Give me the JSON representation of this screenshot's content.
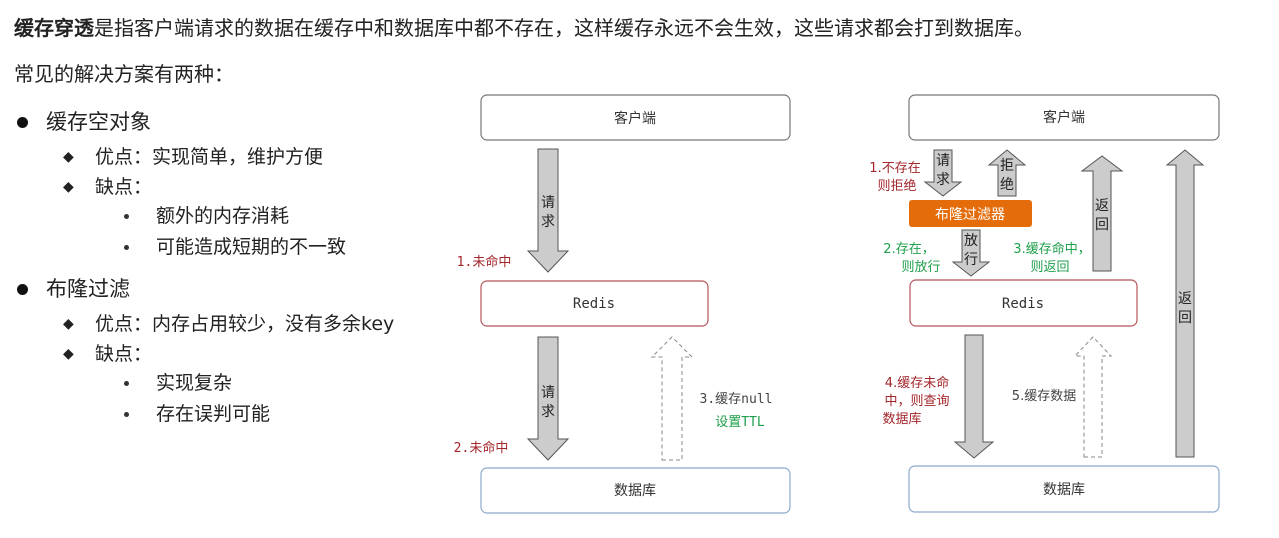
{
  "intro": {
    "bold": "缓存穿透",
    "rest": "是指客户端请求的数据在缓存中和数据库中都不存在，这样缓存永远不会生效，这些请求都会打到数据库。"
  },
  "solutions_heading": "常见的解决方案有两种：",
  "solutions": [
    {
      "title": "缓存空对象",
      "pros_label": "优点：实现简单，维护方便",
      "cons_label": "缺点：",
      "cons": [
        "额外的内存消耗",
        "可能造成短期的不一致"
      ]
    },
    {
      "title": "布隆过滤",
      "pros_label": "优点：内存占用较少，没有多余key",
      "cons_label": "缺点：",
      "cons": [
        "实现复杂",
        "存在误判可能"
      ]
    }
  ],
  "diagram_left": {
    "client": "客户端",
    "redis": "Redis",
    "db": "数据库",
    "req1": "请求",
    "req2": "请求",
    "miss1": "1.未命中",
    "miss2": "2.未命中",
    "cache_null": "3.缓存null",
    "set_ttl": "设置TTL"
  },
  "diagram_right": {
    "client": "客户端",
    "redis": "Redis",
    "db": "数据库",
    "filter": "布隆过滤器",
    "request": "请求",
    "reject": "拒绝",
    "return1": "返回",
    "return2": "返回",
    "pass": "放行",
    "not_exist_1": "1.不存在",
    "not_exist_2": "则拒绝",
    "exist_1": "2.存在，",
    "exist_2": "则放行",
    "hit_1": "3.缓存命中，",
    "hit_2": "则返回",
    "miss_1": "4.缓存未命",
    "miss_2": "中，则查询",
    "miss_3": "数据库",
    "cache_data": "5.缓存数据"
  },
  "colors": {
    "red_label": "#a3262b",
    "green_label": "#1e9f4b",
    "filter_orange": "#e46c0a",
    "arrow_fill": "#cccccc"
  }
}
